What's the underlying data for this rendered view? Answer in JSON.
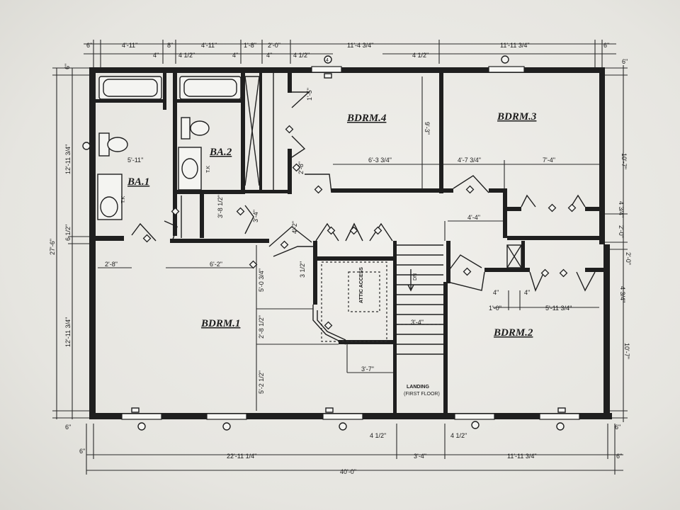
{
  "rooms": {
    "bdrm1": "BDRM.1",
    "bdrm2": "BDRM.2",
    "bdrm3": "BDRM.3",
    "bdrm4": "BDRM.4",
    "ba1": "BA.1",
    "ba2": "BA.2"
  },
  "labels": {
    "attic": "ATTIC ACCESS",
    "landing": "LANDING",
    "landing_sub": "(FIRST FLOOR)",
    "dn": "DN",
    "tk1": "T.K",
    "tk2": "T.K",
    "window_tag": "4"
  },
  "dimensions": {
    "top": {
      "d1": "6\"",
      "d2": "4'-11\"",
      "d3": "8\"",
      "d4": "4'-11\"",
      "d5": "1'-8\"",
      "d6": "2'-0\"",
      "d7": "11'-4 3/4\"",
      "d8": "11'-11 3/4\"",
      "d9": "6\"",
      "s1": "4\"",
      "s2": "4 1/2\"",
      "s3": "4\"",
      "s4": "4\"",
      "s5": "4 1/2\"",
      "s6": "4 1/2\""
    },
    "bottom": {
      "b1": "6\"",
      "b2": "22'-11 1/4\"",
      "b3": "3'-4\"",
      "b4": "11'-11 3/4\"",
      "b5": "6\"",
      "b6": "40'-0\"",
      "b7": "4 1/2\"",
      "b8": "4 1/2\""
    },
    "left": {
      "l1": "6\"",
      "l2": "12'-11 3/4\"",
      "l3": "6 1/2\"",
      "l4": "12'-11 3/4\"",
      "l5": "6\"",
      "l6": "27'-6\""
    },
    "right": {
      "r1": "6\"",
      "r2": "10'-7\"",
      "r3": "4 3/4\"",
      "r4": "2'-0\"",
      "r5": "2'-0\"",
      "r6": "4 3/4\"",
      "r7": "10'-7\"",
      "r8": "6\""
    },
    "interior": {
      "i1": "1'-5\"",
      "i2": "9'-3\"",
      "i3": "6'-3 3/4\"",
      "i4": "4'-7 3/4\"",
      "i5": "7'-4\"",
      "i6": "5'-11\"",
      "i7": "2'-8\"",
      "i8": "3'-8 1/2\"",
      "i9": "3'-4\"",
      "i10": "4'-2\"",
      "i11": "2'-8\"",
      "i12": "6'-2\"",
      "i13": "5'-0 3/4\"",
      "i14": "3 1/2\"",
      "i15": "2'-8 1/2\"",
      "i16": "5'-2 1/2\"",
      "i17": "3'-7\"",
      "i18": "3'-4\"",
      "i19": "4'-4\"",
      "i20": "4\"",
      "i21": "4\"",
      "i22": "1'-0\"",
      "i23": "5'-11 3/4\""
    }
  }
}
